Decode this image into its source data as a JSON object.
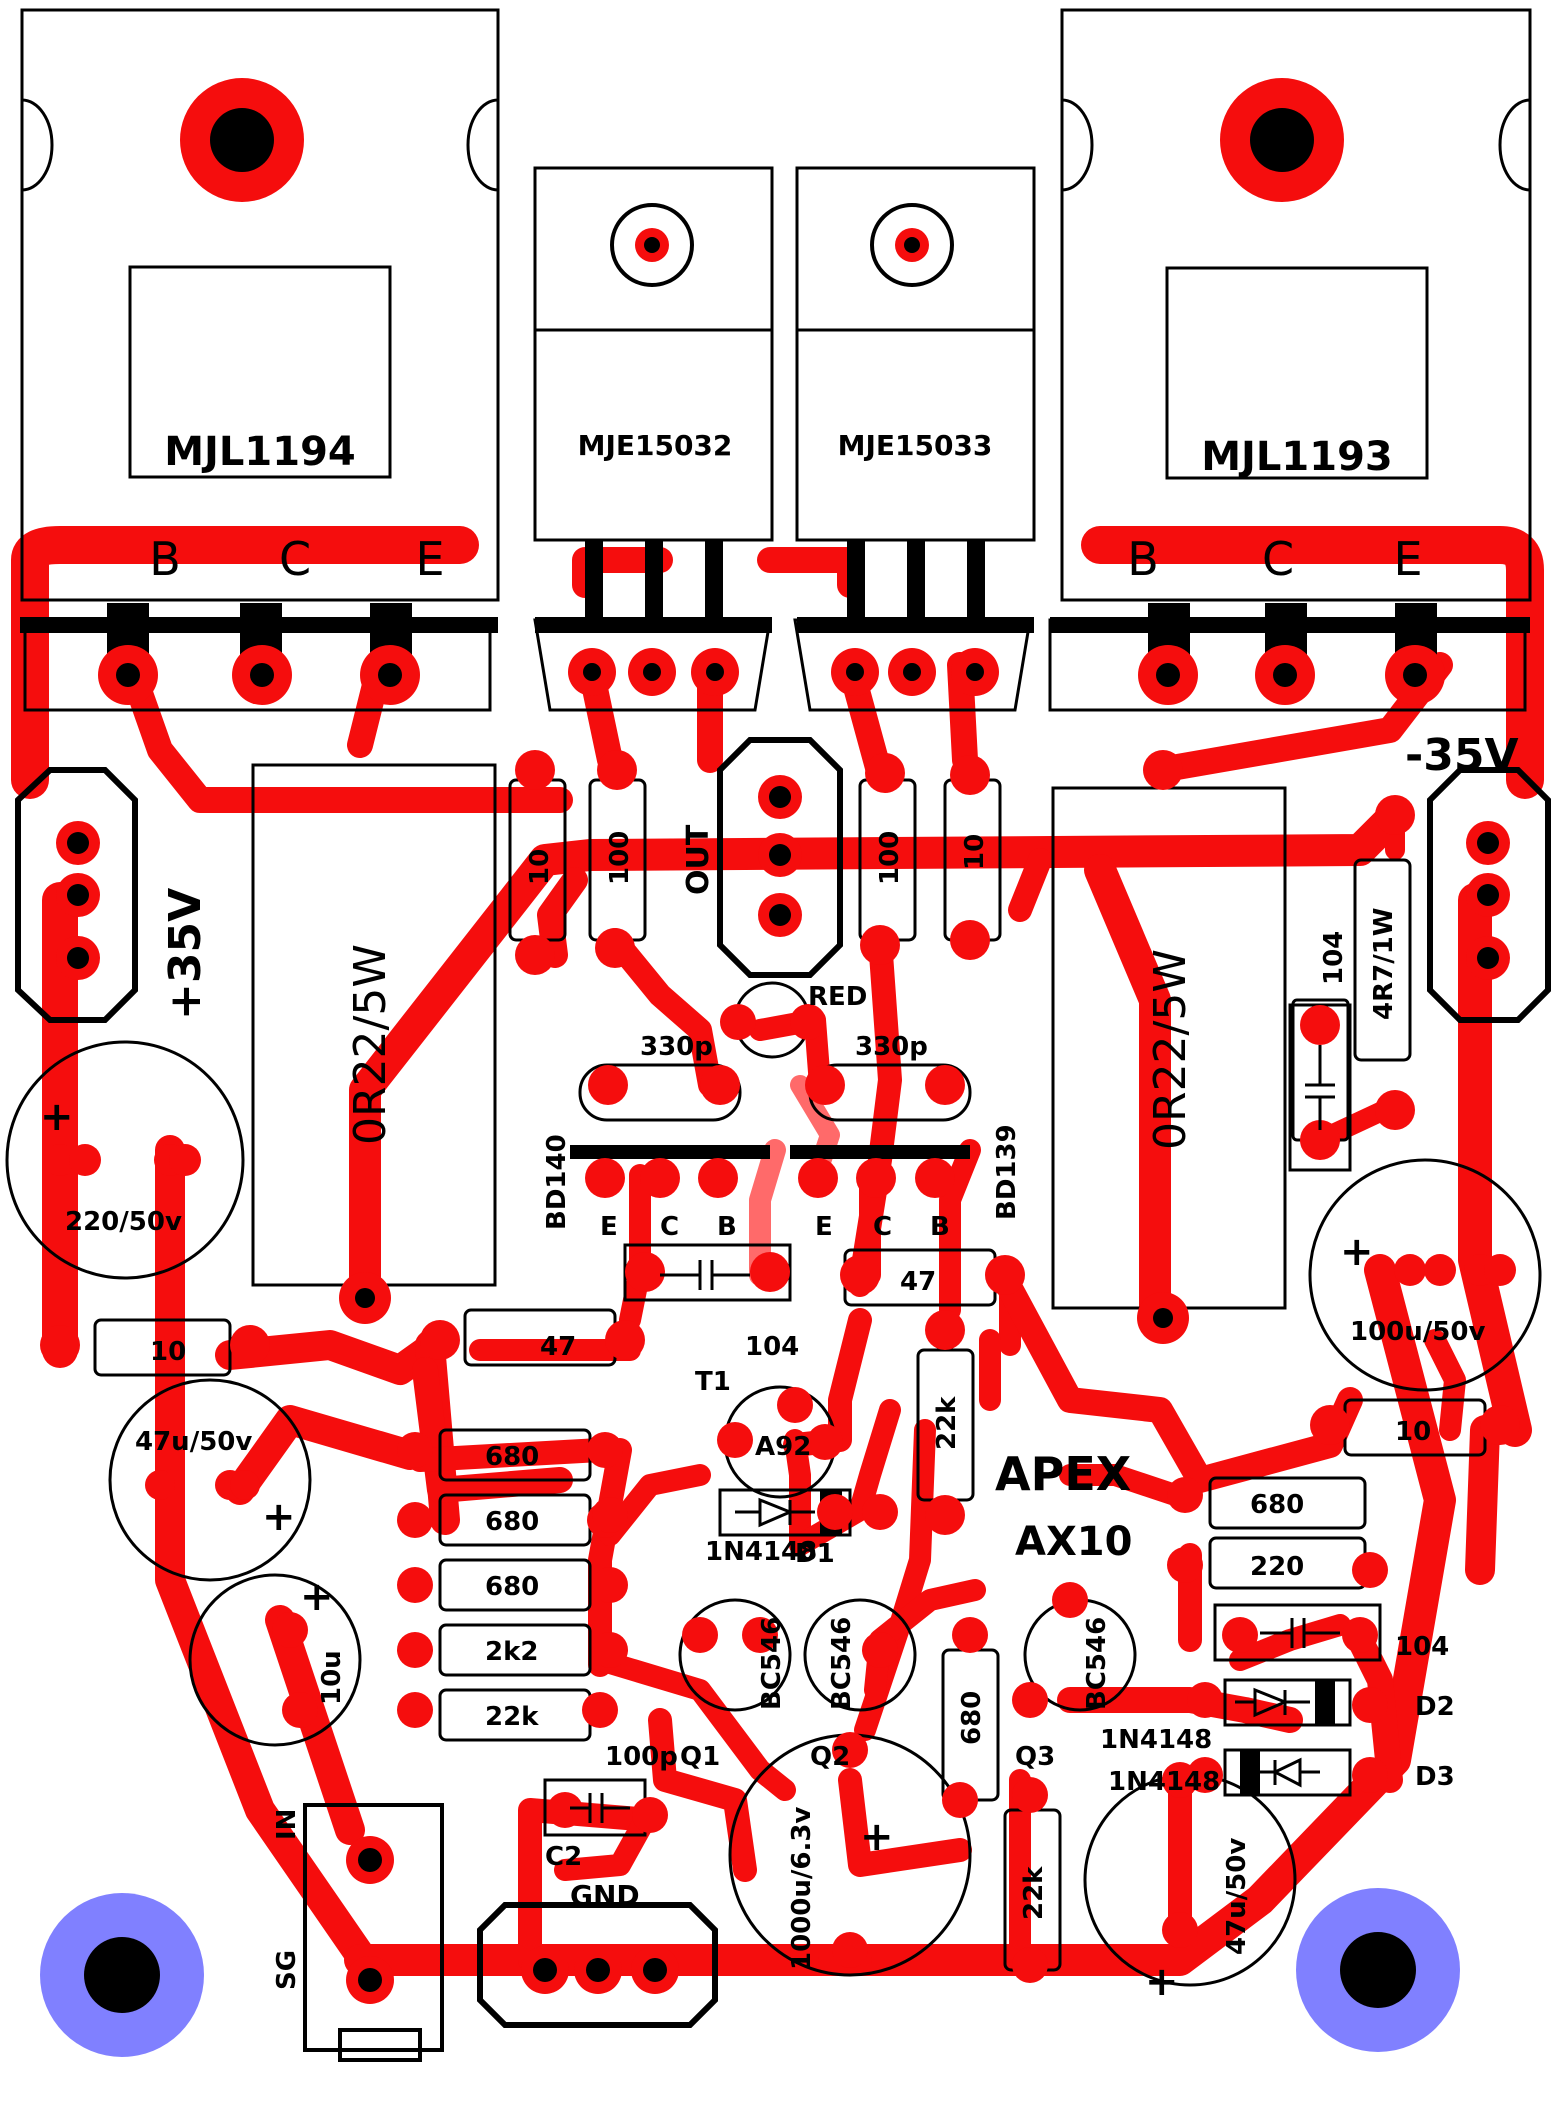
{
  "board": {
    "title_line1": "APEX",
    "title_line2": "AX10",
    "colors": {
      "copper": "#f50d0d",
      "ink": "#000000",
      "mounting_hole": "#8080ff",
      "background": "#ffffff"
    }
  },
  "power_transistors": [
    {
      "name": "MJL1194",
      "pins": [
        "B",
        "C",
        "E"
      ]
    },
    {
      "name": "MJL1193",
      "pins": [
        "B",
        "C",
        "E"
      ]
    }
  ],
  "driver_transistors": [
    {
      "name": "MJE15032"
    },
    {
      "name": "MJE15033"
    }
  ],
  "connectors": {
    "pos_supply": "+35V",
    "neg_supply": "-35V",
    "output": "OUT",
    "ground": "GND",
    "input": "IN",
    "signal_ground": "SG"
  },
  "resistors": {
    "emitter_left": "0R22/5W",
    "emitter_right": "0R22/5W",
    "base_left_10": "10",
    "base_left_100": "100",
    "base_right_100": "100",
    "base_right_10": "10",
    "zobel": "4R7/1W",
    "r_47_left": "47",
    "r_47_right": "47",
    "r_10_left": "10",
    "r_10_right": "10",
    "r_22k_mid": "22k",
    "r_680_a": "680",
    "r_680_b": "680",
    "r_680_c": "680",
    "r_2k2": "2k2",
    "r_22k_in": "22k",
    "r_680_right": "680",
    "r_220_right": "220",
    "r_680_vert": "680",
    "r_22k_low": "22k"
  },
  "capacitors": {
    "c_220": "220/50v",
    "c_47_left": "47u/50v",
    "c_10u": "10u",
    "c_330p_left": "330p",
    "c_330p_right": "330p",
    "c_104_mid": "104",
    "c_104_right": "104",
    "c_104_zobel": "104",
    "c_100u": "100u/50v",
    "c_100p": "100p",
    "c_1000u": "1000u/6.3v",
    "c_47_right": "47u/50v",
    "c2_label": "C2",
    "plus": "+"
  },
  "semis": {
    "bd140": "BD140",
    "bd139": "BD139",
    "led": "RED",
    "t1_part": "A92",
    "t1_label": "T1",
    "q1_part": "BC546",
    "q2_part": "BC546",
    "q3_part": "BC546",
    "q1_label": "Q1",
    "q2_label": "Q2",
    "q3_label": "Q3",
    "d1_part": "1N4148",
    "d1_label": "D1",
    "d2_part": "1N4148",
    "d2_label": "D2",
    "d3_part": "1N4148",
    "d3_label": "D3",
    "pin_e": "E",
    "pin_c": "C",
    "pin_b": "B"
  }
}
